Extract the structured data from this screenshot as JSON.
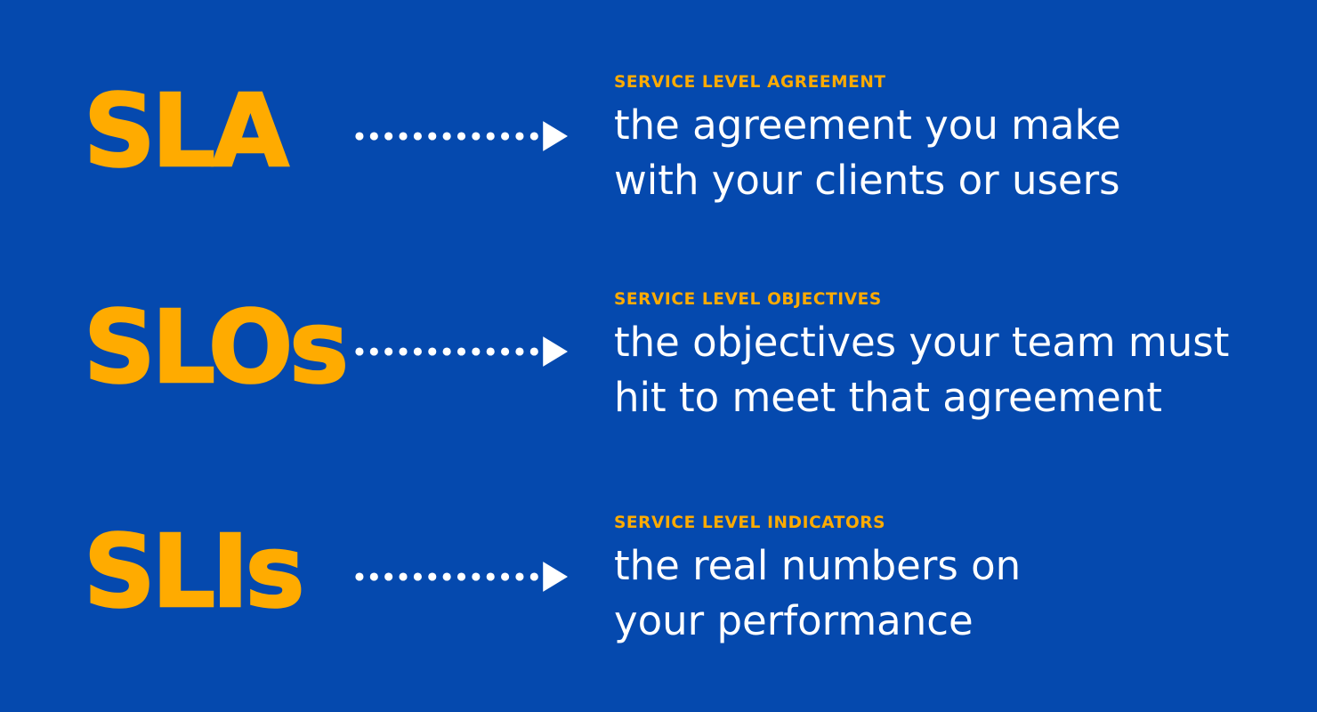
{
  "page": {
    "background_color": "#0549AE",
    "accent_color": "#FFAB00",
    "text_color": "#FFFFFF"
  },
  "rows": [
    {
      "term": "SLA",
      "label": "SERVICE LEVEL AGREEMENT",
      "description_line1": "the agreement you make",
      "description_line2": "with your clients or users"
    },
    {
      "term": "SLOs",
      "label": "SERVICE LEVEL OBJECTIVES",
      "description_line1": "the objectives your team must",
      "description_line2": "hit to meet that agreement"
    },
    {
      "term": "SLIs",
      "label": "SERVICE LEVEL INDICATORS",
      "description_line1": "the real numbers on",
      "description_line2": "your performance"
    }
  ]
}
